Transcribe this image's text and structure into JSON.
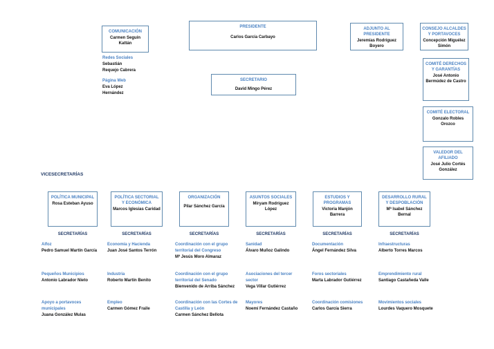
{
  "colors": {
    "box_border": "#5d88ad",
    "title_blue": "#4a82c3",
    "navy": "#1f3864",
    "name_black": "#111111",
    "background": "#ffffff"
  },
  "labels": {
    "vicesecretarias": "VICESECRETARÍAS",
    "secretarias": "SECRETARÍAS"
  },
  "top_boxes": [
    {
      "title": "COMUNICACIÓN",
      "name": "Carmen Seguín Kattán"
    },
    {
      "title": "PRESIDENTE",
      "name": "Carlos García Carbayo"
    },
    {
      "title": "SECRETARIO",
      "name": "David Mingo Pérez"
    },
    {
      "title": "ADJUNTO AL PRESIDENTE",
      "name": "Jeremías Rodríguez Boyero"
    },
    {
      "title": "CONSEJO ALCALDES Y PORTAVOCES",
      "name": "Concepción Miguélez Simón"
    },
    {
      "title": "COMITÉ DERECHOS Y GARANTÍAS",
      "name": "José Antonio Bermúdez de Castro"
    },
    {
      "title": "COMITÉ ELECTORAL",
      "name": "Gonzalo Robles Orozco"
    },
    {
      "title": "VALEDOR DEL AFILIADO",
      "name": "José Julio Cortés González"
    }
  ],
  "comunicacion_team": [
    {
      "area": "Redes Sociales",
      "name": "Sebastián Requejo Cabrera"
    },
    {
      "area": "Página Web",
      "name": "Eva López Hernández"
    }
  ],
  "vicesecretarias": [
    {
      "title": "POLÍTICA MUNICIPAL",
      "name": "Rosa Esteban Ayuso",
      "secretarias": [
        {
          "area": "Alfoz",
          "name": "Pedro Samuel Martín García"
        },
        {
          "area": "Pequeños Municipios",
          "name": "Antonio Labrador Nieto"
        },
        {
          "area": "Apoyo a portavoces municipales",
          "name": "Juana González Mulas"
        }
      ]
    },
    {
      "title": "POLÍTICA SECTORIAL Y ECONÓMICA",
      "name": "Marcos Iglesias Caridad",
      "secretarias": [
        {
          "area": "Economía y Hacienda",
          "name": "Juan José Santos Terrón"
        },
        {
          "area": "Industria",
          "name": "Roberto Martín Benito"
        },
        {
          "area": "Empleo",
          "name": "Carmen Gómez Fraile"
        }
      ]
    },
    {
      "title": "ORGANIZACIÓN",
      "name": "Pilar Sánchez García",
      "secretarias": [
        {
          "area": "Coordinación con el grupo territorial del Congreso",
          "name": "Mª Jesús Moro Almaraz"
        },
        {
          "area": "Coordinación con el grupo territorial del Senado",
          "name": "Bienvenido de Arriba Sánchez"
        },
        {
          "area": "Coordinación con las Cortes de Castilla y León",
          "name": "Carmen Sánchez Bellota"
        }
      ]
    },
    {
      "title": "ASUNTOS SOCIALES",
      "name": "Miryam Rodríguez López",
      "secretarias": [
        {
          "area": "Sanidad",
          "name": "Álvaro Muñoz Galindo"
        },
        {
          "area": "Asociaciones del tercer sector",
          "name": "Vega Villar Gutiérrez"
        },
        {
          "area": "Mayores",
          "name": "Noemí Fernández Castaño"
        }
      ]
    },
    {
      "title": "ESTUDIOS Y PROGRAMAS",
      "name": "Victoria Manjón Barrera",
      "secretarias": [
        {
          "area": "Documentación",
          "name": "Ángel Fernández Silva"
        },
        {
          "area": "Foros sectoriales",
          "name": "Marta Labrador Gutiérrez"
        },
        {
          "area": "Coordinación comisiones",
          "name": "Carlos García Sierra"
        }
      ]
    },
    {
      "title": "DESARROLLO RURAL Y DESPOBLACIÓN",
      "name": "Mª Isabel Sánchez Bernal",
      "secretarias": [
        {
          "area": "Infraestructuras",
          "name": "Alberto Torres Marcos"
        },
        {
          "area": "Emprendimiento rural",
          "name": "Santiago Castañeda Valle"
        },
        {
          "area": "Movimientos sociales",
          "name": "Lourdes Vaquero Mosquete"
        }
      ]
    }
  ]
}
